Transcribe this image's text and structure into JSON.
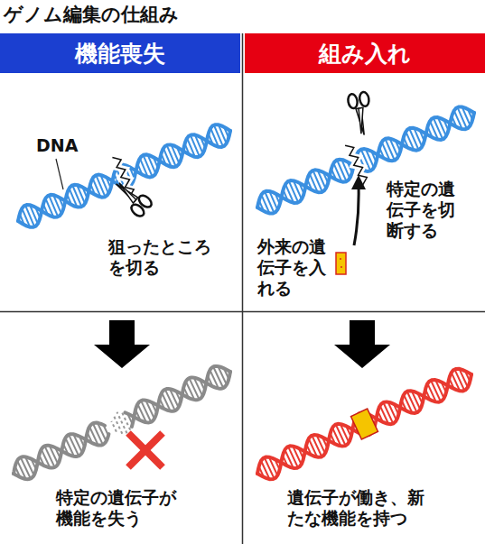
{
  "diagram": {
    "title": "ゲノム編集の仕組み",
    "nodes": [
      {
        "text": [
          "機能喪失"
        ]
      },
      {
        "text": [
          "組み入れ"
        ]
      }
    ],
    "labels": [
      "DNA",
      "狙ったところを切る",
      "特定の遺伝子を切断する",
      "外来の遺伝子を入れる",
      "特定の遺伝子が機能を失う",
      "遺伝子が働き、新たな機能を持つ"
    ]
  }
}
